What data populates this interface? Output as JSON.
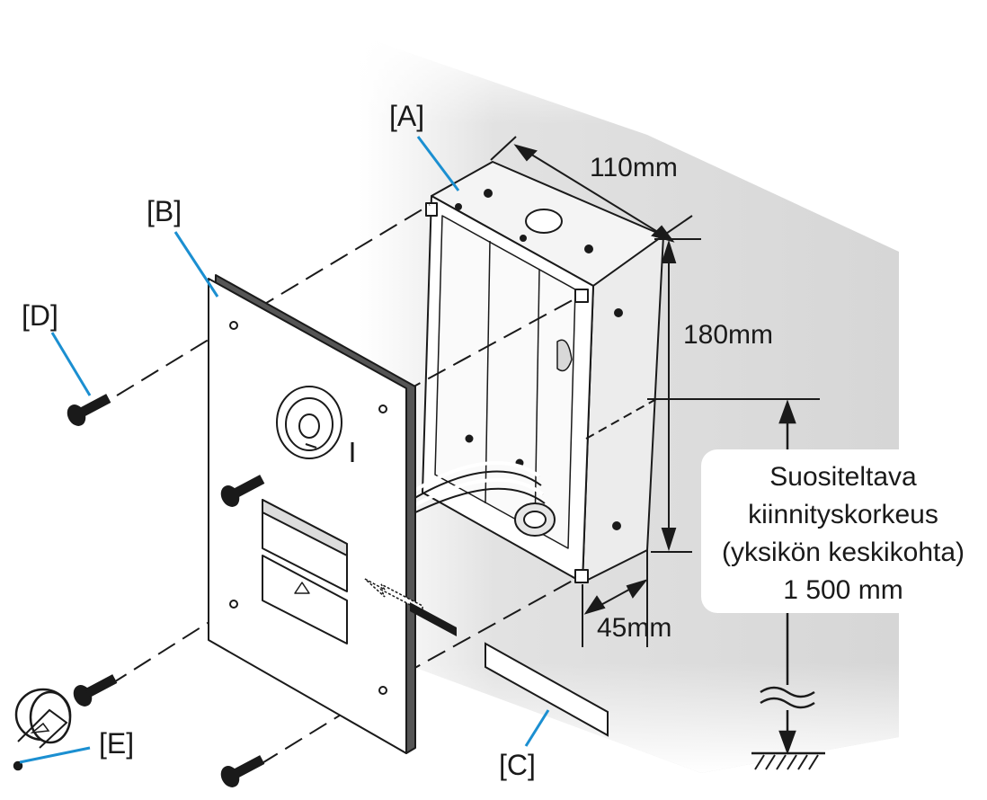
{
  "labels": {
    "a": "[A]",
    "b": "[B]",
    "c": "[C]",
    "d": "[D]",
    "e": "[E]"
  },
  "dimensions": {
    "width": "110mm",
    "height": "180mm",
    "depth": "45mm"
  },
  "recommendation": {
    "line1": "Suositeltava",
    "line2": "kiinnityskorkeus",
    "line3": "(yksikön keskikohta)",
    "line4": "1 500 mm"
  },
  "colors": {
    "leader": "#1b8fd1",
    "outline": "#1a1a1a",
    "shadow": "#dedede",
    "panel_edge": "#555555"
  }
}
